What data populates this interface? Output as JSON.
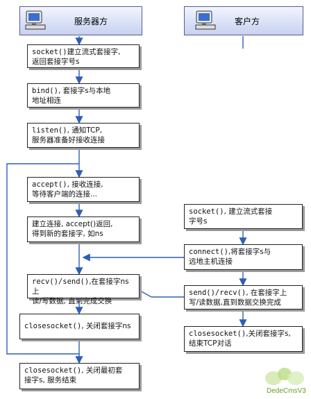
{
  "server": {
    "header": "服务器方",
    "steps": [
      {
        "code": "socket()",
        "text": "建立流式套接字,\n返回套接字号s"
      },
      {
        "code": "bind()",
        "text": ", 套接字s与本地\n地址相连"
      },
      {
        "code": "listen()",
        "text": ", 通知TCP,\n服务器准备好接收连接"
      },
      {
        "code": "accept()",
        "text": ", 接收连接,\n等待客户端的连接..."
      },
      {
        "code": "",
        "text": "建立连接, accept()返回,\n得到新的套接字, 如ns"
      },
      {
        "code": "recv()/send()",
        "text": ",在套接字ns上\n读/写数据, 直到完成交换"
      },
      {
        "code": "closesocket()",
        "text": ", 关闭套接字ns"
      },
      {
        "code": "closesocket()",
        "text": ", 关闭最初套\n接字s, 服务结束"
      }
    ]
  },
  "client": {
    "header": "客户方",
    "steps": [
      {
        "code": "socket()",
        "text": ", 建立流式套接\n字号s"
      },
      {
        "code": "connect()",
        "text": ",将套接字s与\n远地主机连接"
      },
      {
        "code": "send()/recv()",
        "text": ", 在套接字上\n写/读数据,直到数据交换完成"
      },
      {
        "code": "closesocket()",
        "text": ",关闭套接字s,\n结束TCP对话"
      }
    ]
  },
  "watermark": "DedeCmsV3"
}
